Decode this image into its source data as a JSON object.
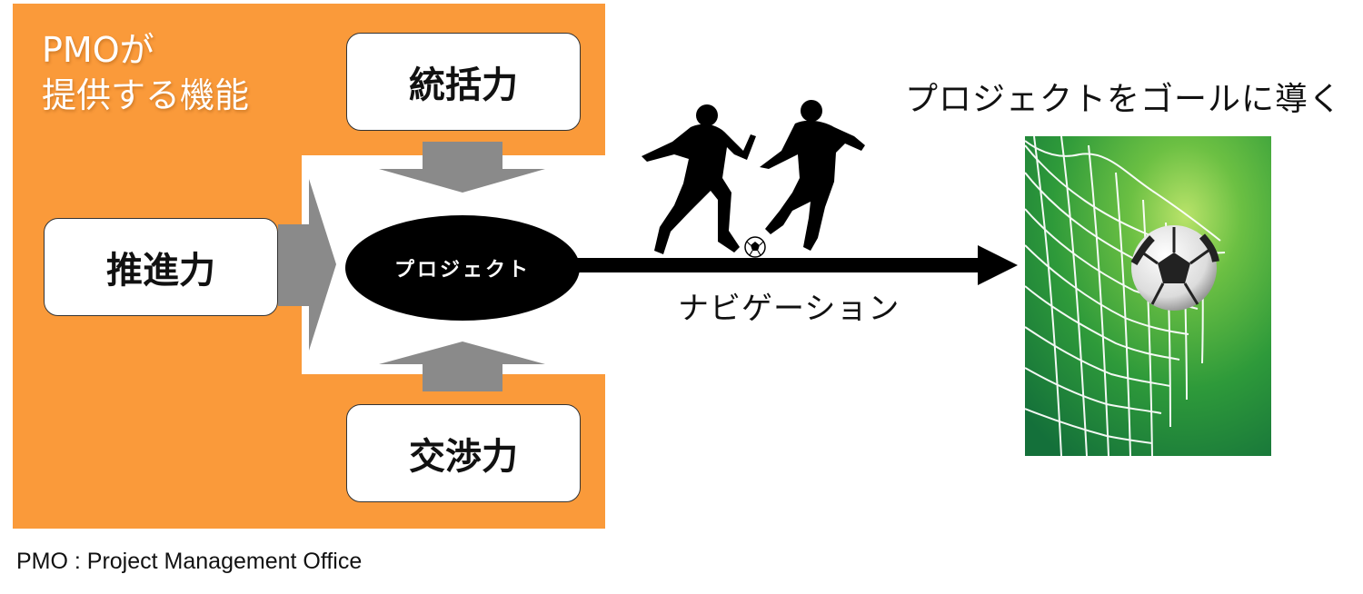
{
  "panel": {
    "title_line1": "PMOが",
    "title_line2": "提供する機能",
    "color": "#FA9A3A"
  },
  "functions": {
    "top": "統括力",
    "left": "推進力",
    "bottom": "交渉力"
  },
  "center": {
    "label": "プロジェクト"
  },
  "navigation": {
    "label": "ナビゲーション"
  },
  "goal": {
    "title": "プロジェクトをゴールに導く"
  },
  "footnote": "PMO : Project Management Office",
  "icons": {
    "players": "soccer-players-silhouette",
    "ball": "soccer-ball-icon",
    "goal_net": "goal-net-image"
  }
}
